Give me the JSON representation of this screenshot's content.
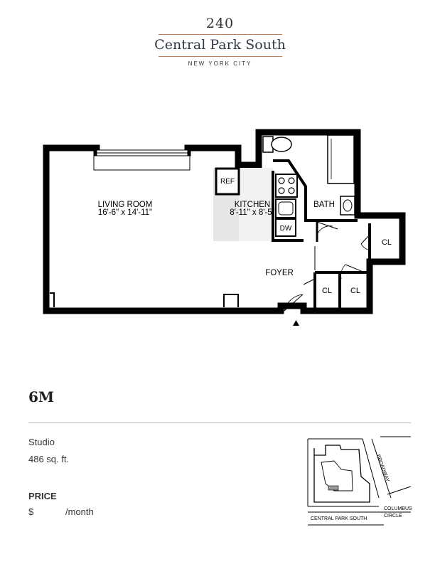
{
  "logo": {
    "number": "240",
    "name": "Central Park South",
    "city": "NEW YORK CITY"
  },
  "floorplan": {
    "living_room": {
      "name": "LIVING ROOM",
      "dims": "16'-6\" x 14'-11\""
    },
    "kitchen": {
      "name": "KITCHEN",
      "dims": "8'-11\" x 8'-5\""
    },
    "ref": "REF",
    "dw": "DW",
    "bath": "BATH",
    "foyer": "FOYER",
    "closets": [
      "CL",
      "CL",
      "CL"
    ]
  },
  "unit": {
    "name": "6M",
    "type": "Studio",
    "size": "486 sq. ft.",
    "price_label": "PRICE",
    "price_currency": "$",
    "price_suffix": "/month"
  },
  "keymap": {
    "street_broadway": "BROADWAY",
    "street_cps": "CENTRAL  PARK  SOUTH",
    "columbus_1": "COLUMBUS",
    "columbus_2": "CIRCLE"
  },
  "colors": {
    "accent": "#b8805e",
    "wall": "#000000",
    "kitchen_fill": "#e6e6e6"
  }
}
